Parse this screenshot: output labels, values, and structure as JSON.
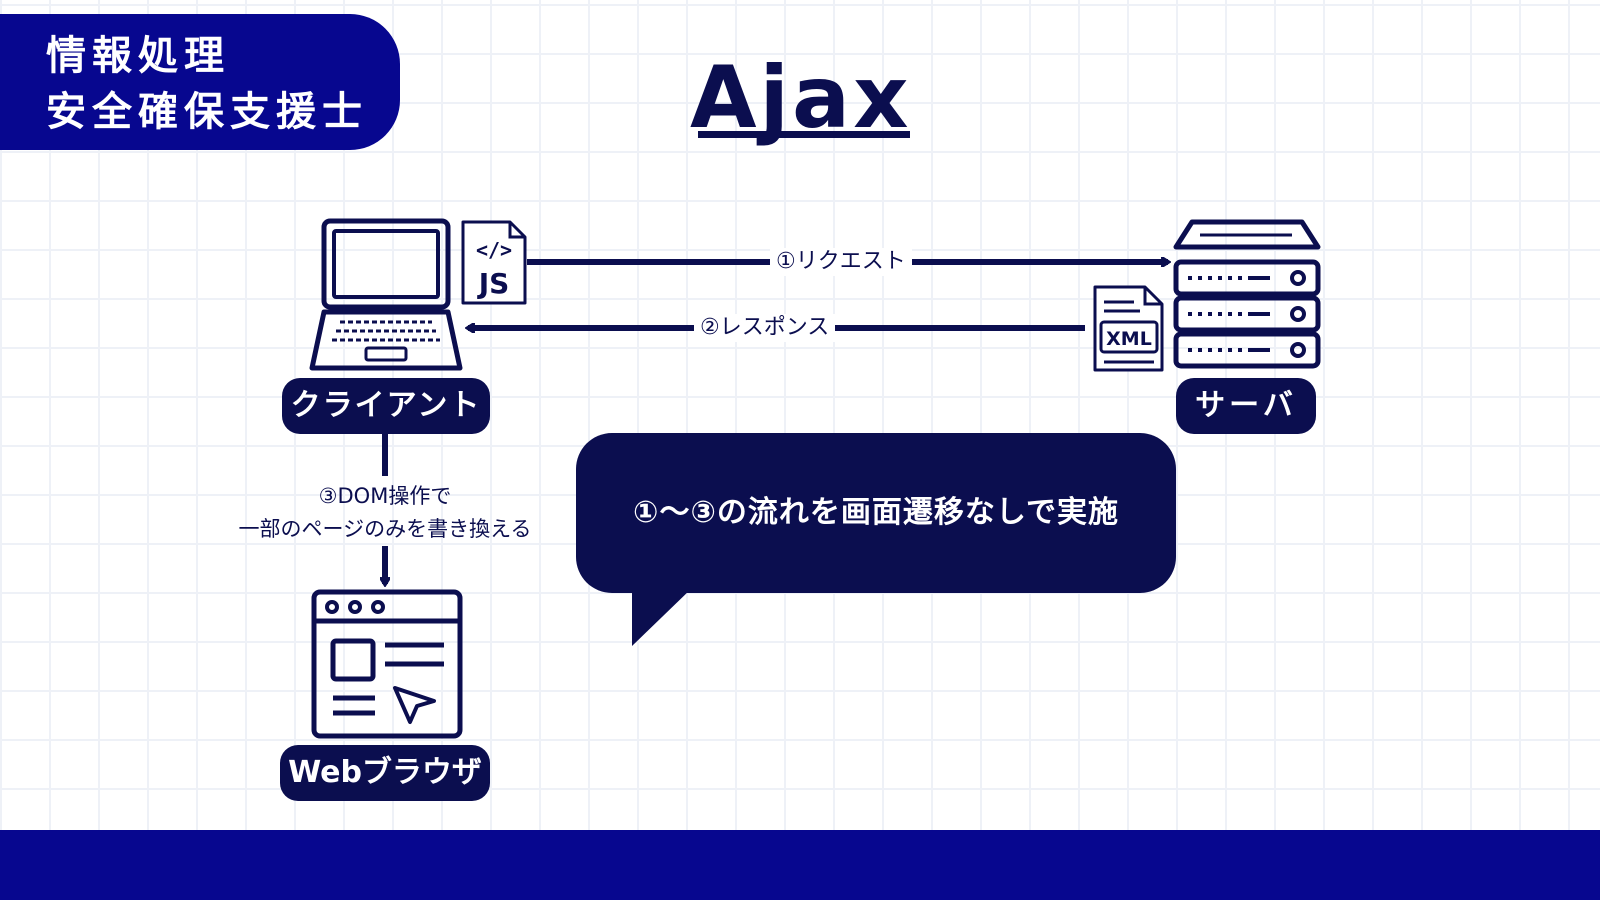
{
  "header": {
    "line1": "情報処理",
    "line2": "安全確保支援士"
  },
  "title": "Ajax",
  "diagram": {
    "client_label": "クライアント",
    "server_label": "サーバ",
    "browser_label": "Webブラウザ",
    "js_badge": "JS",
    "code_glyph": "</>",
    "xml_badge": "XML",
    "request": "①リクエスト",
    "response": "②レスポンス",
    "dom_line1": "③DOM操作で",
    "dom_line2": "一部のページのみを書き換える",
    "bubble": "①～③の流れを画面遷移なしで実施"
  },
  "colors": {
    "navy": "#0b0e4f",
    "brand_blue": "#07078f",
    "grid": "#eef1f7"
  },
  "icons": [
    "laptop-icon",
    "js-file-icon",
    "server-icon",
    "xml-file-icon",
    "browser-window-icon",
    "cursor-icon"
  ]
}
